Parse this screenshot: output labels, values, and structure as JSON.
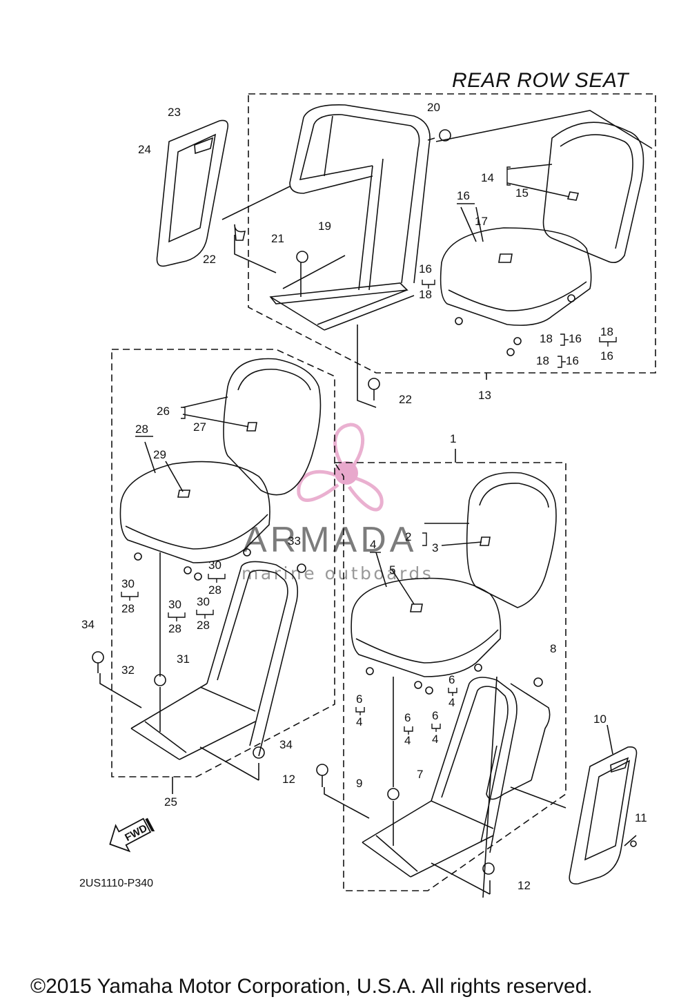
{
  "diagram": {
    "title": "REAR ROW SEAT",
    "figure_code": "2US1110-P340",
    "copyright": "©2015 Yamaha Motor Corporation, U.S.A. All rights reserved.",
    "fwd_label": "FWD",
    "watermark": {
      "brand": "ARMADA",
      "subtitle": "marine outboards",
      "logo_color": "#e8a8cc"
    },
    "callouts": [
      "1",
      "2",
      "3",
      "4",
      "5",
      "4",
      "6",
      "4",
      "6",
      "4",
      "6",
      "4",
      "6",
      "7",
      "8",
      "9",
      "10",
      "11",
      "12",
      "12",
      "13",
      "14",
      "15",
      "16",
      "17",
      "16",
      "18",
      "18",
      "16",
      "18",
      "16",
      "18",
      "16",
      "19",
      "20",
      "21",
      "22",
      "22",
      "23",
      "24",
      "25",
      "26",
      "27",
      "28",
      "29",
      "30",
      "28",
      "30",
      "28",
      "30",
      "28",
      "30",
      "28",
      "31",
      "32",
      "33",
      "34",
      "34"
    ]
  }
}
